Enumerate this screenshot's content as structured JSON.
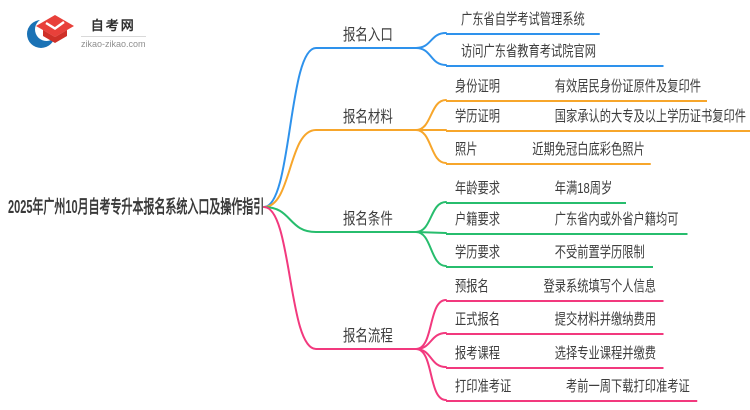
{
  "logo": {
    "title": "自考网",
    "domain": "zikao-zikao.com",
    "icon": "graduation-cap-with-crescent",
    "cap_color": "#e8403a",
    "crescent_color": "#1a72b5"
  },
  "root": {
    "title": "2025年广州10月自考专升本报名系统入口及操作指引"
  },
  "branches": [
    {
      "label": "报名入口",
      "color": "#2e92ec",
      "children": [
        {
          "text": "广东省自学考试管理系统"
        },
        {
          "text": "访问广东省教育考试院官网"
        }
      ]
    },
    {
      "label": "报名材料",
      "color": "#f7a62b",
      "children": [
        {
          "label": "身份证明",
          "value": "有效居民身份证原件及复印件"
        },
        {
          "label": "学历证明",
          "value": "国家承认的大专及以上学历证书复印件"
        },
        {
          "label": "照片",
          "value": "近期免冠白底彩色照片"
        }
      ]
    },
    {
      "label": "报名条件",
      "color": "#27bd6d",
      "children": [
        {
          "label": "年龄要求",
          "value": "年满18周岁"
        },
        {
          "label": "户籍要求",
          "value": "广东省内或外省户籍均可"
        },
        {
          "label": "学历要求",
          "value": "不受前置学历限制"
        }
      ]
    },
    {
      "label": "报名流程",
      "color": "#f2397e",
      "children": [
        {
          "label": "预报名",
          "value": "登录系统填写个人信息"
        },
        {
          "label": "正式报名",
          "value": "提交材料并缴纳费用"
        },
        {
          "label": "报考课程",
          "value": "选择专业课程并缴费"
        },
        {
          "label": "打印准考证",
          "value": "考前一周下载打印准考证"
        }
      ]
    }
  ]
}
